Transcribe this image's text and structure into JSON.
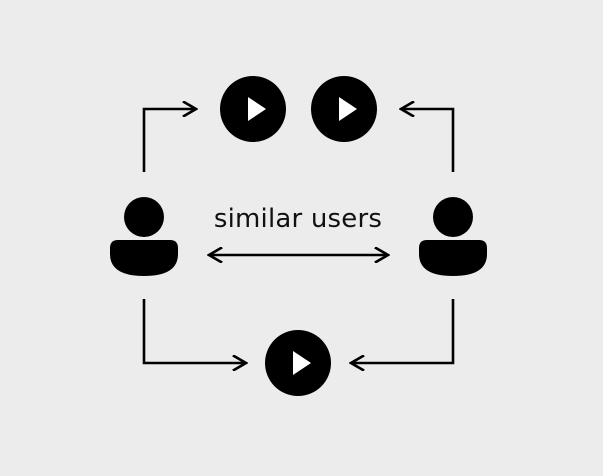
{
  "diagram": {
    "label": "similar users",
    "nodes": [
      {
        "kind": "user",
        "icon": "user-icon"
      },
      {
        "kind": "user",
        "icon": "user-icon"
      },
      {
        "kind": "item",
        "icon": "play-icon"
      },
      {
        "kind": "item",
        "icon": "play-icon"
      },
      {
        "kind": "item",
        "icon": "play-icon"
      }
    ],
    "colors": {
      "background": "#ececec",
      "ink": "#000000",
      "glyph": "#ffffff"
    }
  }
}
